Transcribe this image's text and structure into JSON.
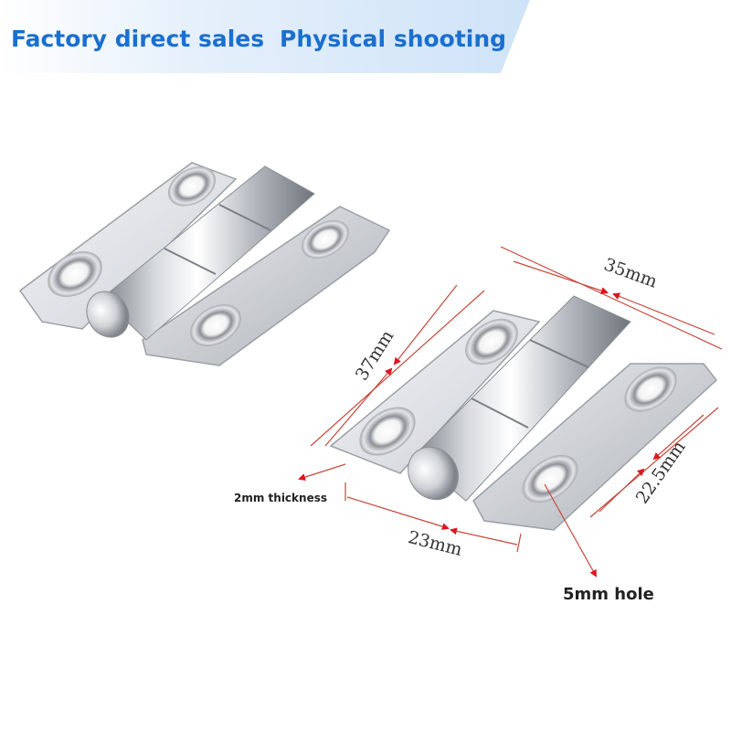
{
  "banner": {
    "left_text": "Factory direct sales",
    "right_text": "Physical shooting",
    "background_color": "#dcebfb",
    "text_color": "#1a6fd0"
  },
  "product": {
    "name": "stainless-steel-butt-hinge",
    "count_shown": 2
  },
  "dimensions": {
    "length_label": "35mm",
    "height_label": "37mm",
    "leaf_width_label": "23mm",
    "hole_spacing_label": "22.5mm",
    "thickness_label": "2mm thickness",
    "hole_label": "5mm hole"
  },
  "colors": {
    "dimension_line": "#c8473a",
    "arrow_head": "#e0141c",
    "metal_light": "#f2f3f5",
    "metal_mid": "#c9ccd1",
    "metal_dark": "#8b8f96"
  }
}
